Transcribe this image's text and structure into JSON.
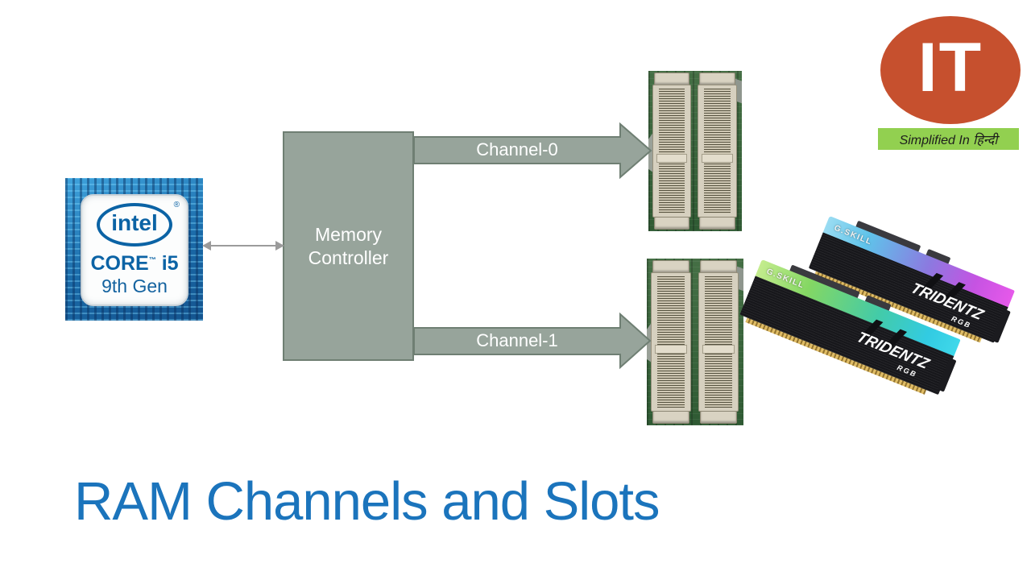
{
  "slide": {
    "background": "#FFFFFF"
  },
  "title": {
    "text": "RAM Channels and Slots",
    "color": "#1B74BC"
  },
  "channel_logo": {
    "monogram": "IT",
    "tagline": "Simplified In हिन्दी",
    "ellipse_color": "#C6502E",
    "banner_color": "#92D050"
  },
  "cpu_badge": {
    "brand": "intel",
    "registered_mark": "®",
    "core_text": "CORE",
    "trademark_mark": "™",
    "model_text": "i5",
    "generation_text": "9th Gen",
    "intel_blue": "#0B63A5"
  },
  "diagram": {
    "memory_controller_label": "Memory Controller",
    "channels": [
      {
        "label": "Channel-0"
      },
      {
        "label": "Channel-1"
      }
    ],
    "block_fill": "#97A49B",
    "block_border": "#6F7F73",
    "bus_arrow_color": "#9B9B9B",
    "label_color": "#FFFFFF"
  },
  "ram_kit": {
    "brand": "G.SKILL",
    "model": "TRIDENTZ",
    "variant": "RGB"
  }
}
